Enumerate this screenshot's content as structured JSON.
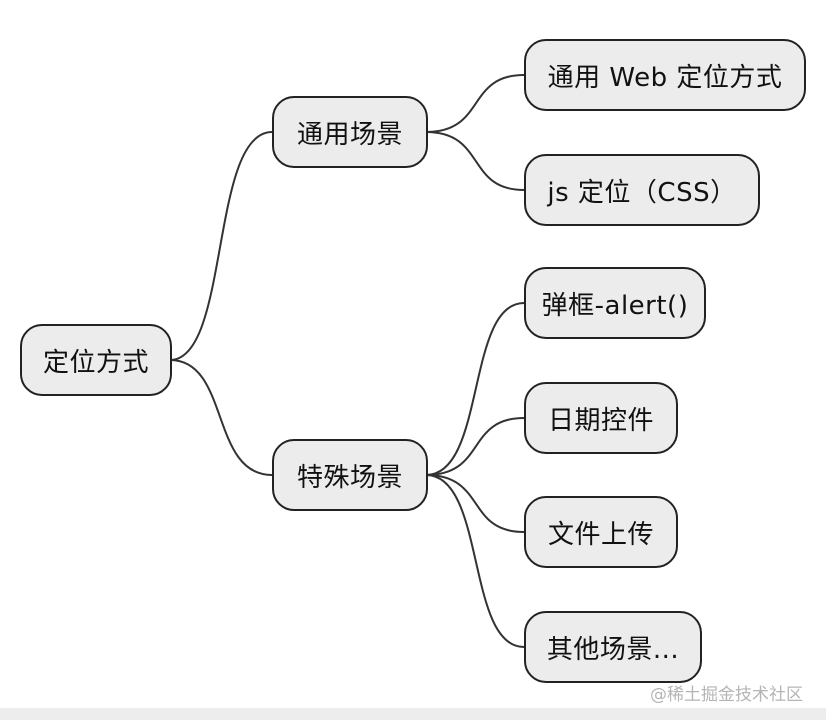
{
  "mindmap": {
    "root": {
      "label": "定位方式"
    },
    "branches": [
      {
        "label": "通用场景",
        "children": [
          {
            "label": "通用 Web 定位方式"
          },
          {
            "label": "js 定位（CSS）"
          }
        ]
      },
      {
        "label": "特殊场景",
        "children": [
          {
            "label": "弹框-alert()"
          },
          {
            "label": "日期控件"
          },
          {
            "label": "文件上传"
          },
          {
            "label": "其他场景..."
          }
        ]
      }
    ]
  },
  "watermark": "@稀土掘金技术社区",
  "colors": {
    "node_fill": "#ececec",
    "node_border": "#222222",
    "edge": "#333333",
    "background": "#ffffff"
  }
}
